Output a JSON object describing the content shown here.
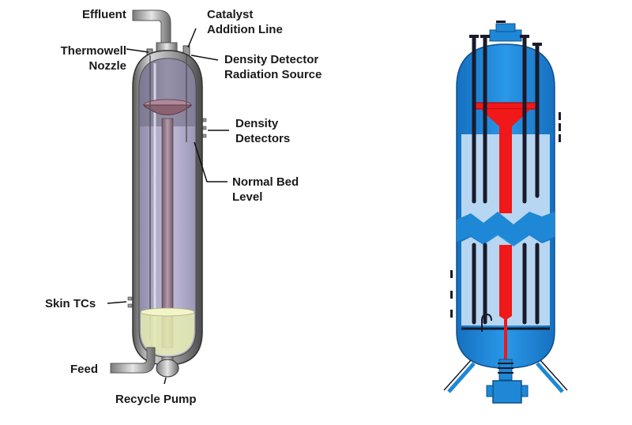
{
  "left_diagram": {
    "labels": {
      "effluent": "Effluent",
      "catalyst_addition_line": "Catalyst\nAddition Line",
      "thermowell_nozzle": "Thermowell\nNozzle",
      "density_detector_radiation_source": "Density Detector\nRadiation Source",
      "density_detectors": "Density\nDetectors",
      "normal_bed_level": "Normal Bed\nLevel",
      "skin_tcs": "Skin TCs",
      "feed": "Feed",
      "recycle_pump": "Recycle Pump"
    }
  },
  "colors": {
    "vessel_shell": "#8e8e8e",
    "vessel_interior": "#b8b4d2",
    "pipe_gray": "#b0b0b0",
    "catalyst_bed": "#e6ecb0",
    "reactor_blue": "#1e88d6",
    "reactor_light_blue": "#b7d6f2",
    "downcomer_red": "#f01818",
    "tube_dark": "#1a1a2a"
  }
}
